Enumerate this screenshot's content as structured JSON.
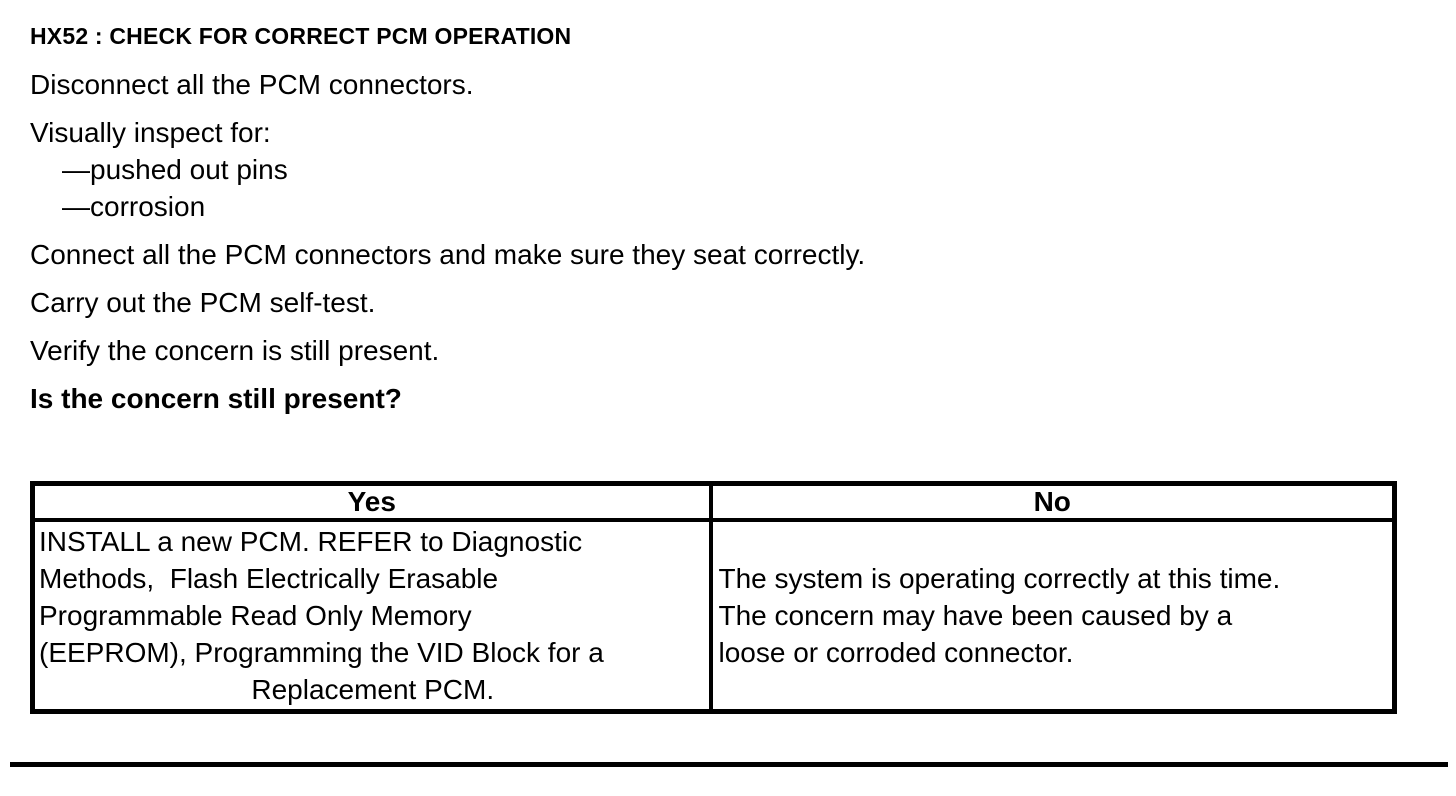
{
  "colors": {
    "text": "#000000",
    "background": "#ffffff"
  },
  "document": {
    "heading": "HX52 : CHECK FOR CORRECT PCM OPERATION",
    "steps": [
      {
        "text": "Disconnect all the PCM connectors."
      },
      {
        "text": "Visually inspect for:"
      },
      {
        "text": "—pushed out pins"
      },
      {
        "text": "—corrosion"
      },
      {
        "text": "Connect all the PCM connectors and make sure they seat correctly."
      },
      {
        "text": "Carry out the PCM self-test."
      },
      {
        "text": "Verify the concern is still present."
      },
      {
        "text": "Is the concern still present?"
      }
    ],
    "decision_table": {
      "yes_header": "Yes",
      "no_header": "No",
      "yes_action_lines": [
        "INSTALL a new PCM. REFER to Diagnostic",
        "Methods,  Flash Electrically Erasable",
        "Programmable Read Only Memory",
        "(EEPROM), Programming the VID Block for a",
        "Replacement PCM."
      ],
      "no_action_lines": [
        "The system is operating correctly at this time.",
        "The concern may have been caused by a",
        "loose or corroded connector."
      ]
    }
  }
}
